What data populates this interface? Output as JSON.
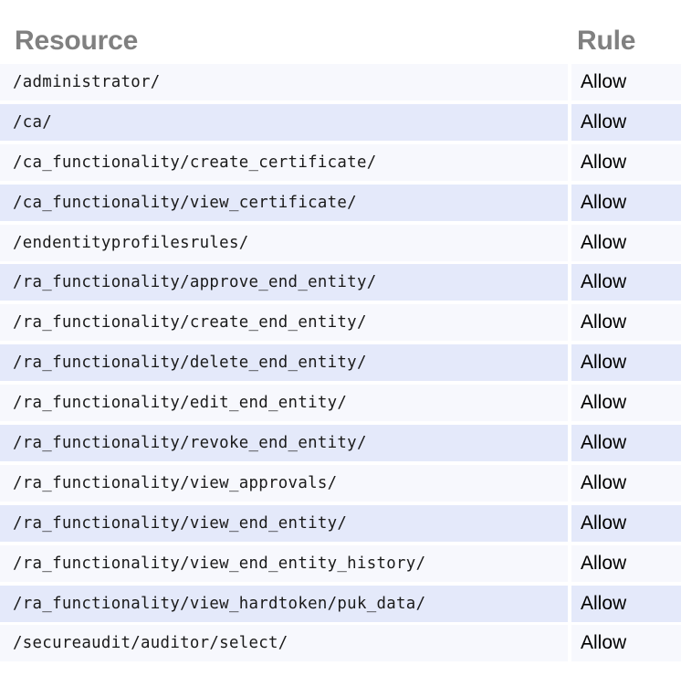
{
  "table": {
    "columns": [
      {
        "key": "resource",
        "label": "Resource"
      },
      {
        "key": "rule",
        "label": "Rule"
      }
    ],
    "colors": {
      "header_text": "#808080",
      "row_odd_background": "#f7f8fd",
      "row_even_background": "#e4e9fa",
      "cell_text": "#1a1a1a",
      "page_background": "#ffffff"
    },
    "rows": [
      {
        "resource": "/administrator/",
        "rule": "Allow"
      },
      {
        "resource": "/ca/",
        "rule": "Allow"
      },
      {
        "resource": "/ca_functionality/create_certificate/",
        "rule": "Allow"
      },
      {
        "resource": "/ca_functionality/view_certificate/",
        "rule": "Allow"
      },
      {
        "resource": "/endentityprofilesrules/",
        "rule": "Allow"
      },
      {
        "resource": "/ra_functionality/approve_end_entity/",
        "rule": "Allow"
      },
      {
        "resource": "/ra_functionality/create_end_entity/",
        "rule": "Allow"
      },
      {
        "resource": "/ra_functionality/delete_end_entity/",
        "rule": "Allow"
      },
      {
        "resource": "/ra_functionality/edit_end_entity/",
        "rule": "Allow"
      },
      {
        "resource": "/ra_functionality/revoke_end_entity/",
        "rule": "Allow"
      },
      {
        "resource": "/ra_functionality/view_approvals/",
        "rule": "Allow"
      },
      {
        "resource": "/ra_functionality/view_end_entity/",
        "rule": "Allow"
      },
      {
        "resource": "/ra_functionality/view_end_entity_history/",
        "rule": "Allow"
      },
      {
        "resource": "/ra_functionality/view_hardtoken/puk_data/",
        "rule": "Allow"
      },
      {
        "resource": "/secureaudit/auditor/select/",
        "rule": "Allow"
      }
    ]
  }
}
